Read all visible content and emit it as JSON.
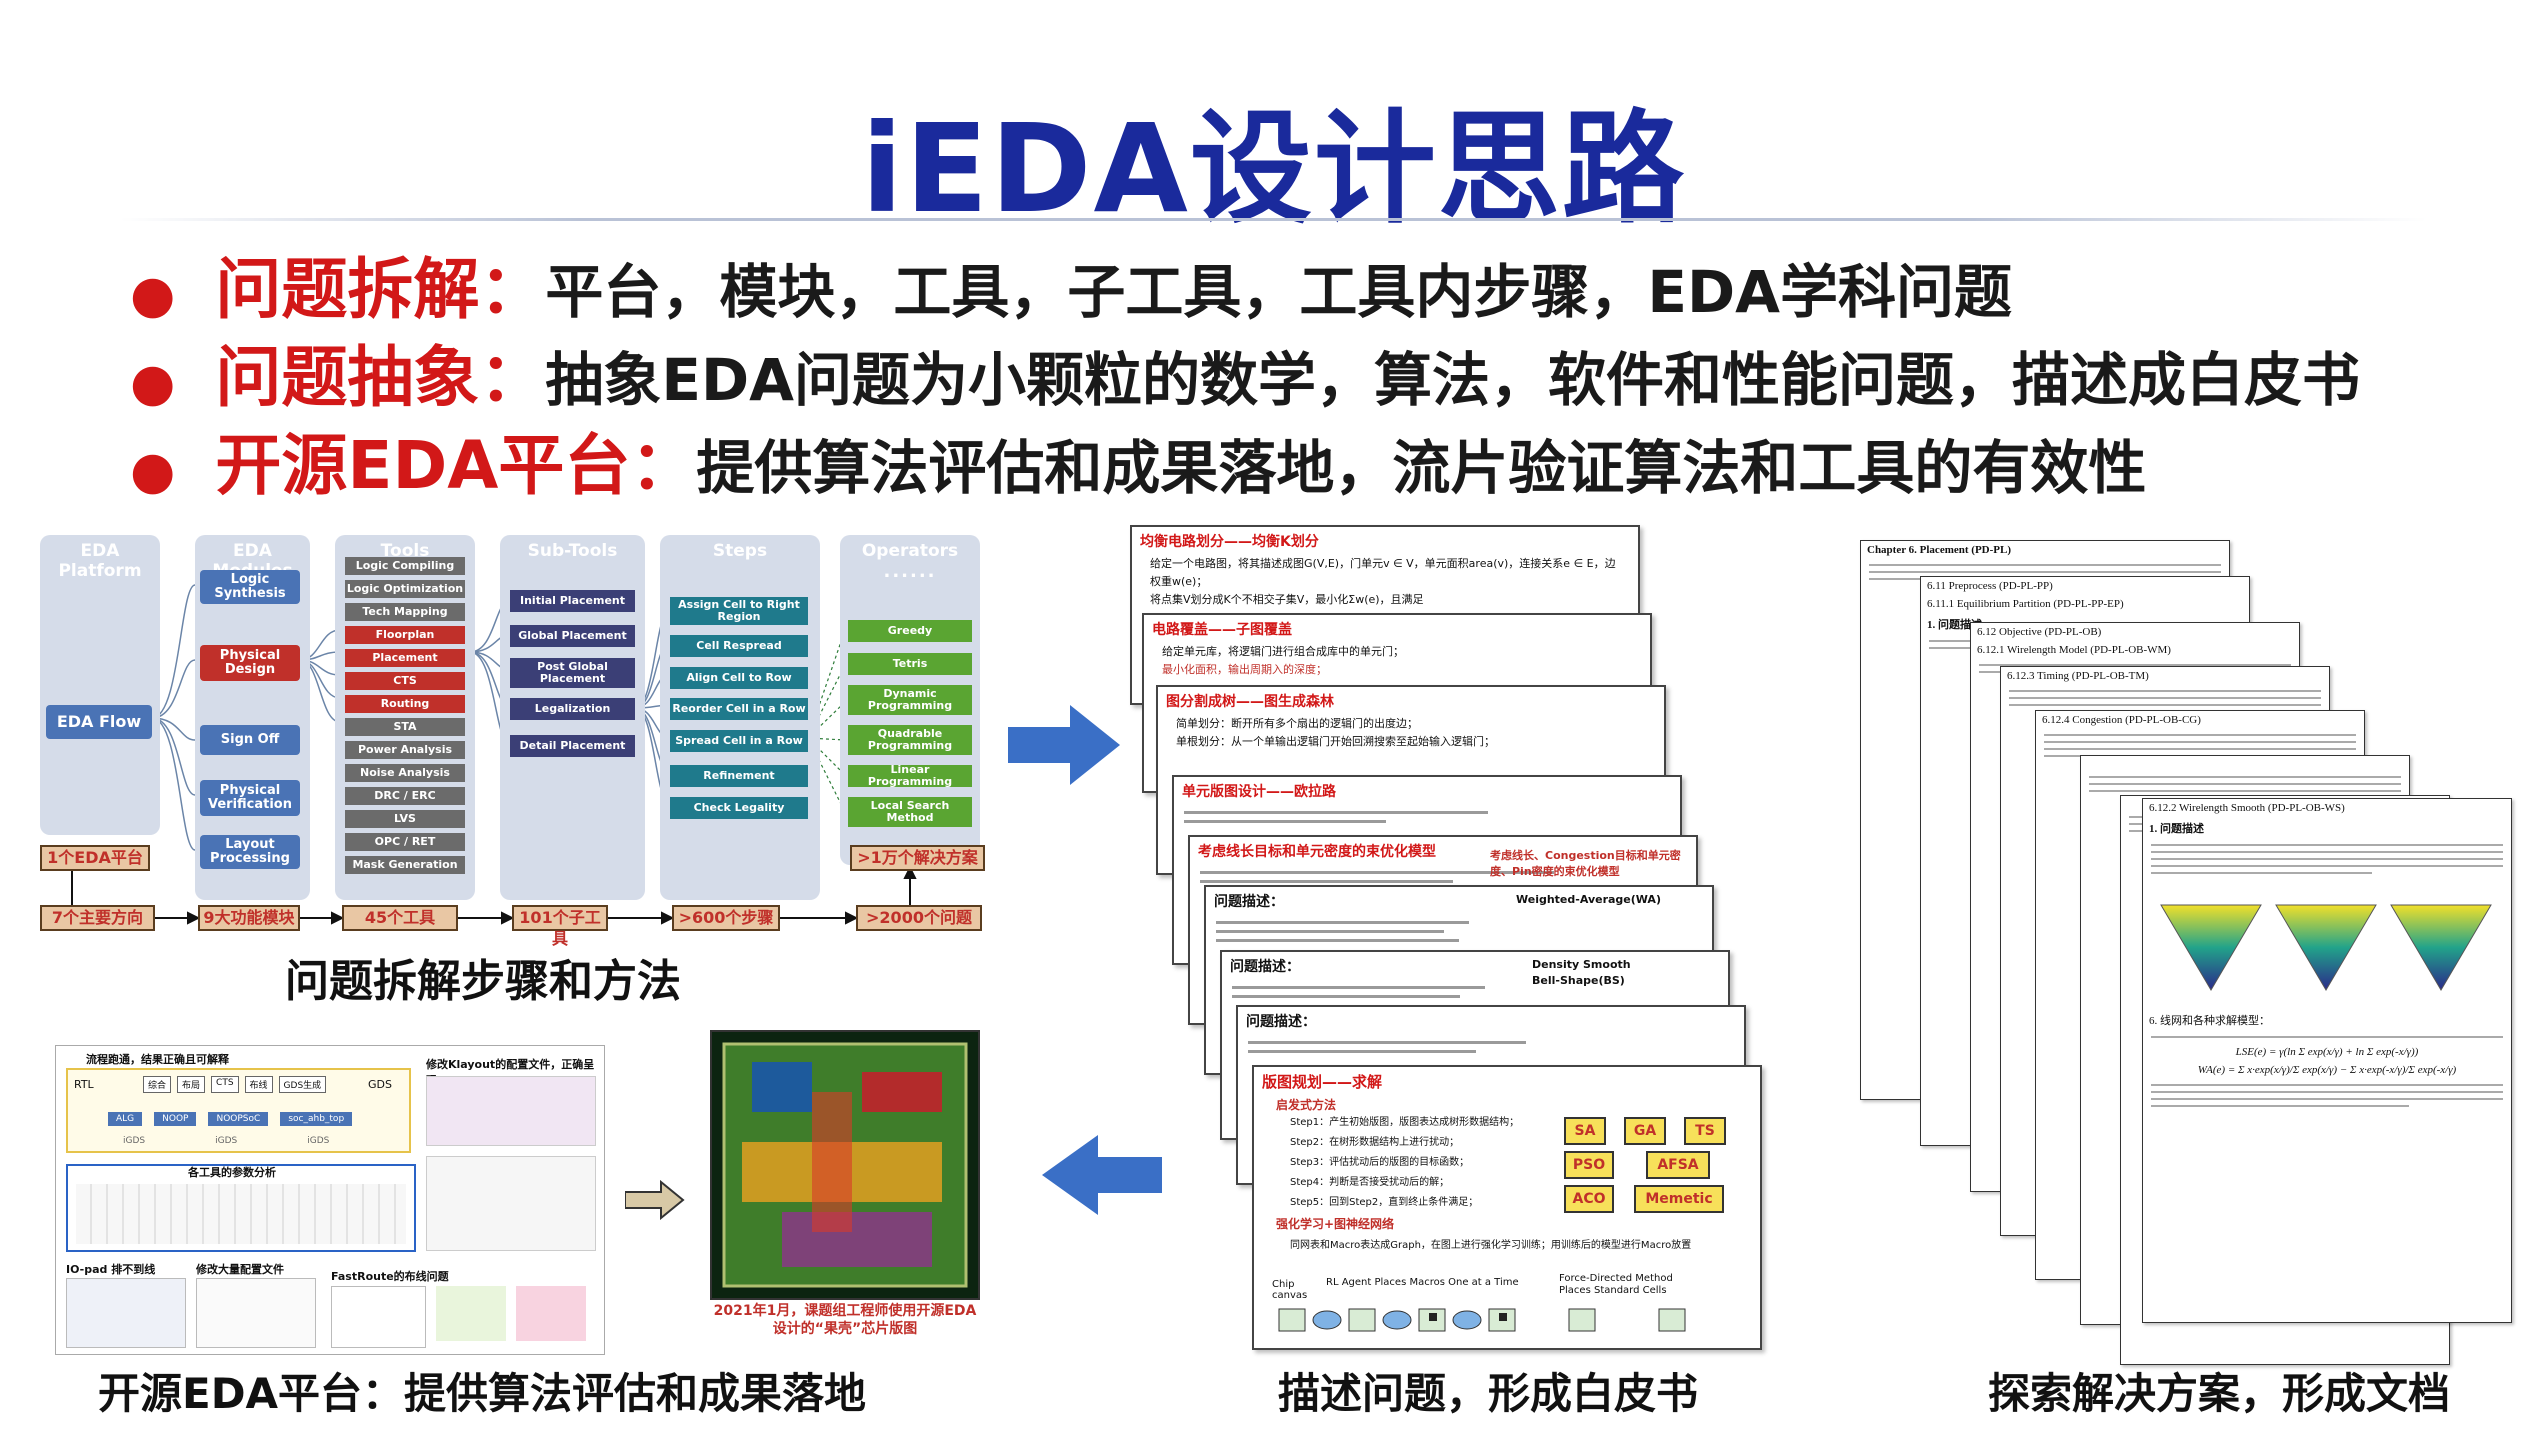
{
  "title": "iEDA设计思路",
  "bullets": [
    {
      "key": "问题拆解：",
      "value": "平台，模块，工具，子工具，工具内步骤，EDA学科问题"
    },
    {
      "key": "问题抽象：",
      "value": "抽象EDA问题为小颗粒的数学，算法，软件和性能问题，描述成白皮书"
    },
    {
      "key": "开源EDA平台：",
      "value": "提供算法评估和成果落地，流片验证算法和工具的有效性"
    }
  ],
  "hierarchy": {
    "columns": [
      "EDA Platform",
      "EDA Modules",
      "Tools",
      "Sub-Tools",
      "Steps",
      "Operators"
    ],
    "platform_item": "EDA Flow",
    "modules": [
      "Logic Synthesis",
      "Physical Design",
      "Sign Off",
      "Physical Verification",
      "Layout Processing"
    ],
    "tools": [
      "Logic Compiling",
      "Logic Optimization",
      "Tech Mapping",
      "Floorplan",
      "Placement",
      "CTS",
      "Routing",
      "STA",
      "Power Analysis",
      "Noise Analysis",
      "DRC / ERC",
      "LVS",
      "OPC / RET",
      "Mask Generation"
    ],
    "subtools": [
      "Initial Placement",
      "Global Placement",
      "Post Global Placement",
      "Legalization",
      "Detail Placement"
    ],
    "steps": [
      "Assign Cell to Right Region",
      "Cell Respread",
      "Align Cell to Row",
      "Reorder Cell in a Row",
      "Spread Cell in a Row",
      "Refinement",
      "Check Legality"
    ],
    "operators": [
      "Greedy",
      "Tetris",
      "Dynamic Programming",
      "Quadrable Programming",
      "Linear Programming",
      "Local Search Method"
    ],
    "dots": "......",
    "counts_top": {
      "left": "1个EDA平台",
      "right": ">1万个解决方案"
    },
    "counts_bottom": [
      "7个主要方向",
      "9大功能模块",
      "45个工具",
      "101个子工具",
      ">600个步骤",
      ">2000个问题"
    ]
  },
  "captions": {
    "decompose": "问题拆解步骤和方法",
    "platform": "开源EDA平台：提供算法评估和成果落地",
    "whitepaper": "描述问题，形成白皮书",
    "document": "探索解决方案，形成文档",
    "chip": "2021年1月，课题组工程师使用开源EDA设计的“果壳”芯片版图"
  },
  "flowdoc": {
    "title1": "流程跑通，结果正确且可解释",
    "labels": [
      "RTL",
      "iGDS",
      "iGDS",
      "iGDS",
      "GDS"
    ],
    "title2": "修改Klayout的配置文件，正确呈现gds",
    "title3": "各工具的参数分析",
    "title4": "修改大量配置文件",
    "title5": "IO-pad 排不到线",
    "title6": "FastRoute的布线问题",
    "tool_boxes": [
      "ALG",
      "NOOP",
      "NOOPSoC",
      "soc_ahb_top"
    ],
    "flow_boxes": [
      "综合",
      "布局",
      "CTS",
      "布线",
      "GDS生成"
    ]
  },
  "whitepaper": {
    "pages": [
      {
        "title": "均衡电路划分——均衡K划分"
      },
      {
        "title": "电路覆盖——子图覆盖"
      },
      {
        "title": "图分割成树——图生成森林"
      },
      {
        "title": "单元版图设计——欧拉路"
      },
      {
        "title": "考虑线长目标和单元密度的束优化模型"
      },
      {
        "title": "问题描述："
      },
      {
        "title": "问题描述："
      },
      {
        "title": "问题描述："
      },
      {
        "title": "版图规划——求解"
      }
    ],
    "page1_lines": [
      "给定一个电路图，将其描述成图G(V,E)，门单元v ∈ V，单元面积area(v)，连接关系e ∈ E，边权重w(e)；",
      "将点集V划分成K个不相交子集V，最小化Σw(e)，且满足"
    ],
    "page2_lines": [
      "给定单元库，将逻辑门进行组合成库中的单元门；",
      "最小化面积，输出周期入的深度；"
    ],
    "page3_lines": [
      "简单划分：断开所有多个扇出的逻辑门的出度边；",
      "单根划分：从一个单输出逻辑门开始回溯搜索至起始输入逻辑门；"
    ],
    "page4_label": "单元版图设计——欧拉路",
    "page5_labels": [
      "问题描述：",
      "考虑线长、Congestion目标和单元密度、Pin密度的束优化模型"
    ],
    "page6_labels": [
      "问题描述：",
      "Weighted-Average(WA)"
    ],
    "page7_labels": [
      "问题描述：",
      "Density Smooth",
      "Bell-Shape(BS)"
    ],
    "last_labels": [
      "启发式方法",
      "强化学习+图神经网络",
      "RL Agent Places Macros One at a Time",
      "Force-Directed Method Places Standard Cells",
      "Chip canvas"
    ],
    "last_steps": [
      "Step1：产生初始版图，版图表达成树形数据结构；",
      "Step2：在树形数据结构上进行扰动；",
      "Step3：评估扰动后的版图的目标函数；",
      "Step4：判断是否接受扰动后的解；",
      "Step5：回到Step2，直到终止条件满足；"
    ],
    "last_line": "同网表和Macro表达成Graph，在图上进行强化学习训练；用训练后的模型进行Macro放置",
    "algos": [
      "SA",
      "GA",
      "TS",
      "PSO",
      "AFSA",
      "ACO",
      "Memetic"
    ]
  },
  "document": {
    "pages": [
      {
        "title": "Chapter 6. Placement (PD-PL)"
      },
      {
        "title": "6.11  Preprocess (PD-PL-PP)"
      },
      {
        "title": "6.11.1 Equilibrium Partition (PD-PL-PP-EP)"
      },
      {
        "title": "6.12  Objective (PD-PL-OB)"
      },
      {
        "title": "6.12.1 Wirelength Model (PD-PL-OB-WM)"
      },
      {
        "title": "6.12.3 Timing (PD-PL-OB-TM)"
      },
      {
        "title": "6.12.4 Congestion (PD-PL-OB-CG)"
      },
      {
        "title": "6.12.2 Wirelength Smooth (PD-PL-OB-WS)"
      }
    ],
    "problem_label": "1. 问题描述",
    "section_label": "6. 线网和各种求解模型：",
    "formula1": "LSE(e) = γ(ln Σ exp(x/γ) + ln Σ exp(-x/γ))",
    "formula2": "WA(e) = Σ x·exp(x/γ)/Σ exp(x/γ) − Σ x·exp(-x/γ)/Σ exp(-x/γ)"
  },
  "colors": {
    "title_blue": "#1a2a9c",
    "accent_red": "#d21818",
    "module_blue": "#4a73b5",
    "subtool_navy": "#3b3f76",
    "step_teal": "#1f7a8c",
    "op_green": "#5aa532",
    "arrow_blue": "#3a6fc6"
  }
}
